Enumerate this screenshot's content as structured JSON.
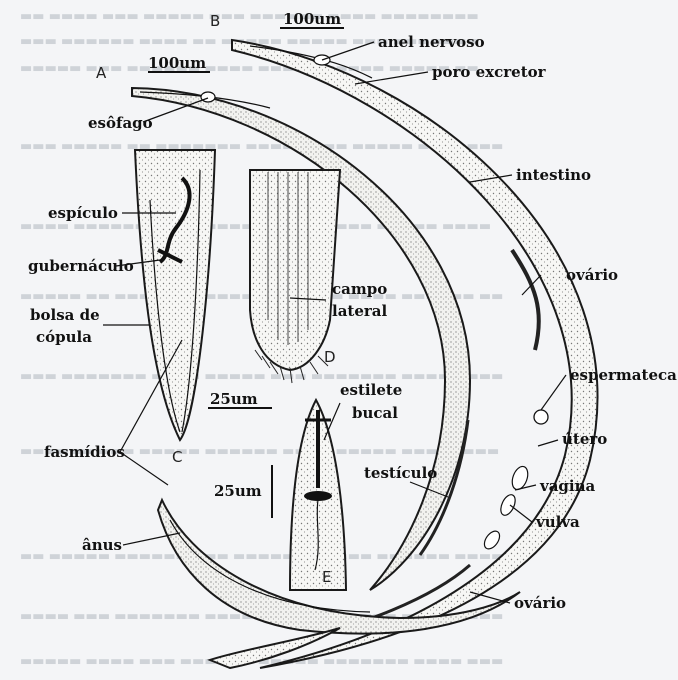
{
  "figure": {
    "panels": [
      "A",
      "B",
      "C",
      "D",
      "E"
    ],
    "scales": {
      "a": "100um",
      "b": "100um",
      "d_e": "25um",
      "e": "25um"
    },
    "labels": {
      "anel_nervoso": "anel nervoso",
      "poro_excretor": "poro excretor",
      "esofago": "esôfago",
      "intestino": "intestino",
      "espiculo": "espículo",
      "gubernaculo": "gubernáculo",
      "bolsa_1": "bolsa de",
      "bolsa_2": "cópula",
      "campo_1": "campo",
      "campo_2": "lateral",
      "ovario_1": "ovário",
      "espermateca": "espermateca",
      "utero": "útero",
      "estilete_1": "estilete",
      "estilete_2": "bucal",
      "fasmidios": "fasmídios",
      "testiculo": "testículo",
      "vagina": "vagina",
      "vulva": "vulva",
      "anus": "ânus",
      "ovario_2": "ovário"
    }
  }
}
